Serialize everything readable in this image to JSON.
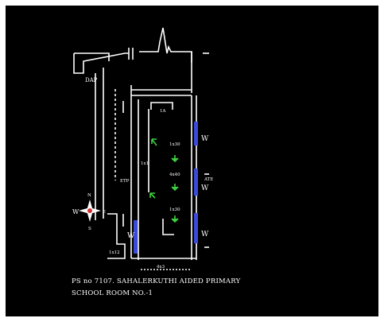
{
  "colors": {
    "background": "#000000",
    "lines": "#ffffff",
    "window_blue": "#3b4bd8",
    "arrow_green": "#3cd23c"
  },
  "labels": {
    "top_left": "DAP",
    "w1": "W",
    "w2": "W",
    "w3": "W",
    "w_left": "W",
    "box_label": "1A",
    "center_1": "1x30",
    "center_2": "4x40",
    "center_3": "1x30",
    "room_left_1": "1x1",
    "room_left_2": "ETP",
    "bottom_dim": "4x3",
    "bottom_small": "1x12",
    "right_mark": "ATE",
    "compass_n": "N",
    "compass_s": "S",
    "compass_w": "W",
    "compass_e": "E"
  },
  "caption": {
    "line1": "PS no 7107. SAHALERKUTHI AIDED PRIMARY",
    "line2": "SCHOOL ROOM NO.-1"
  }
}
